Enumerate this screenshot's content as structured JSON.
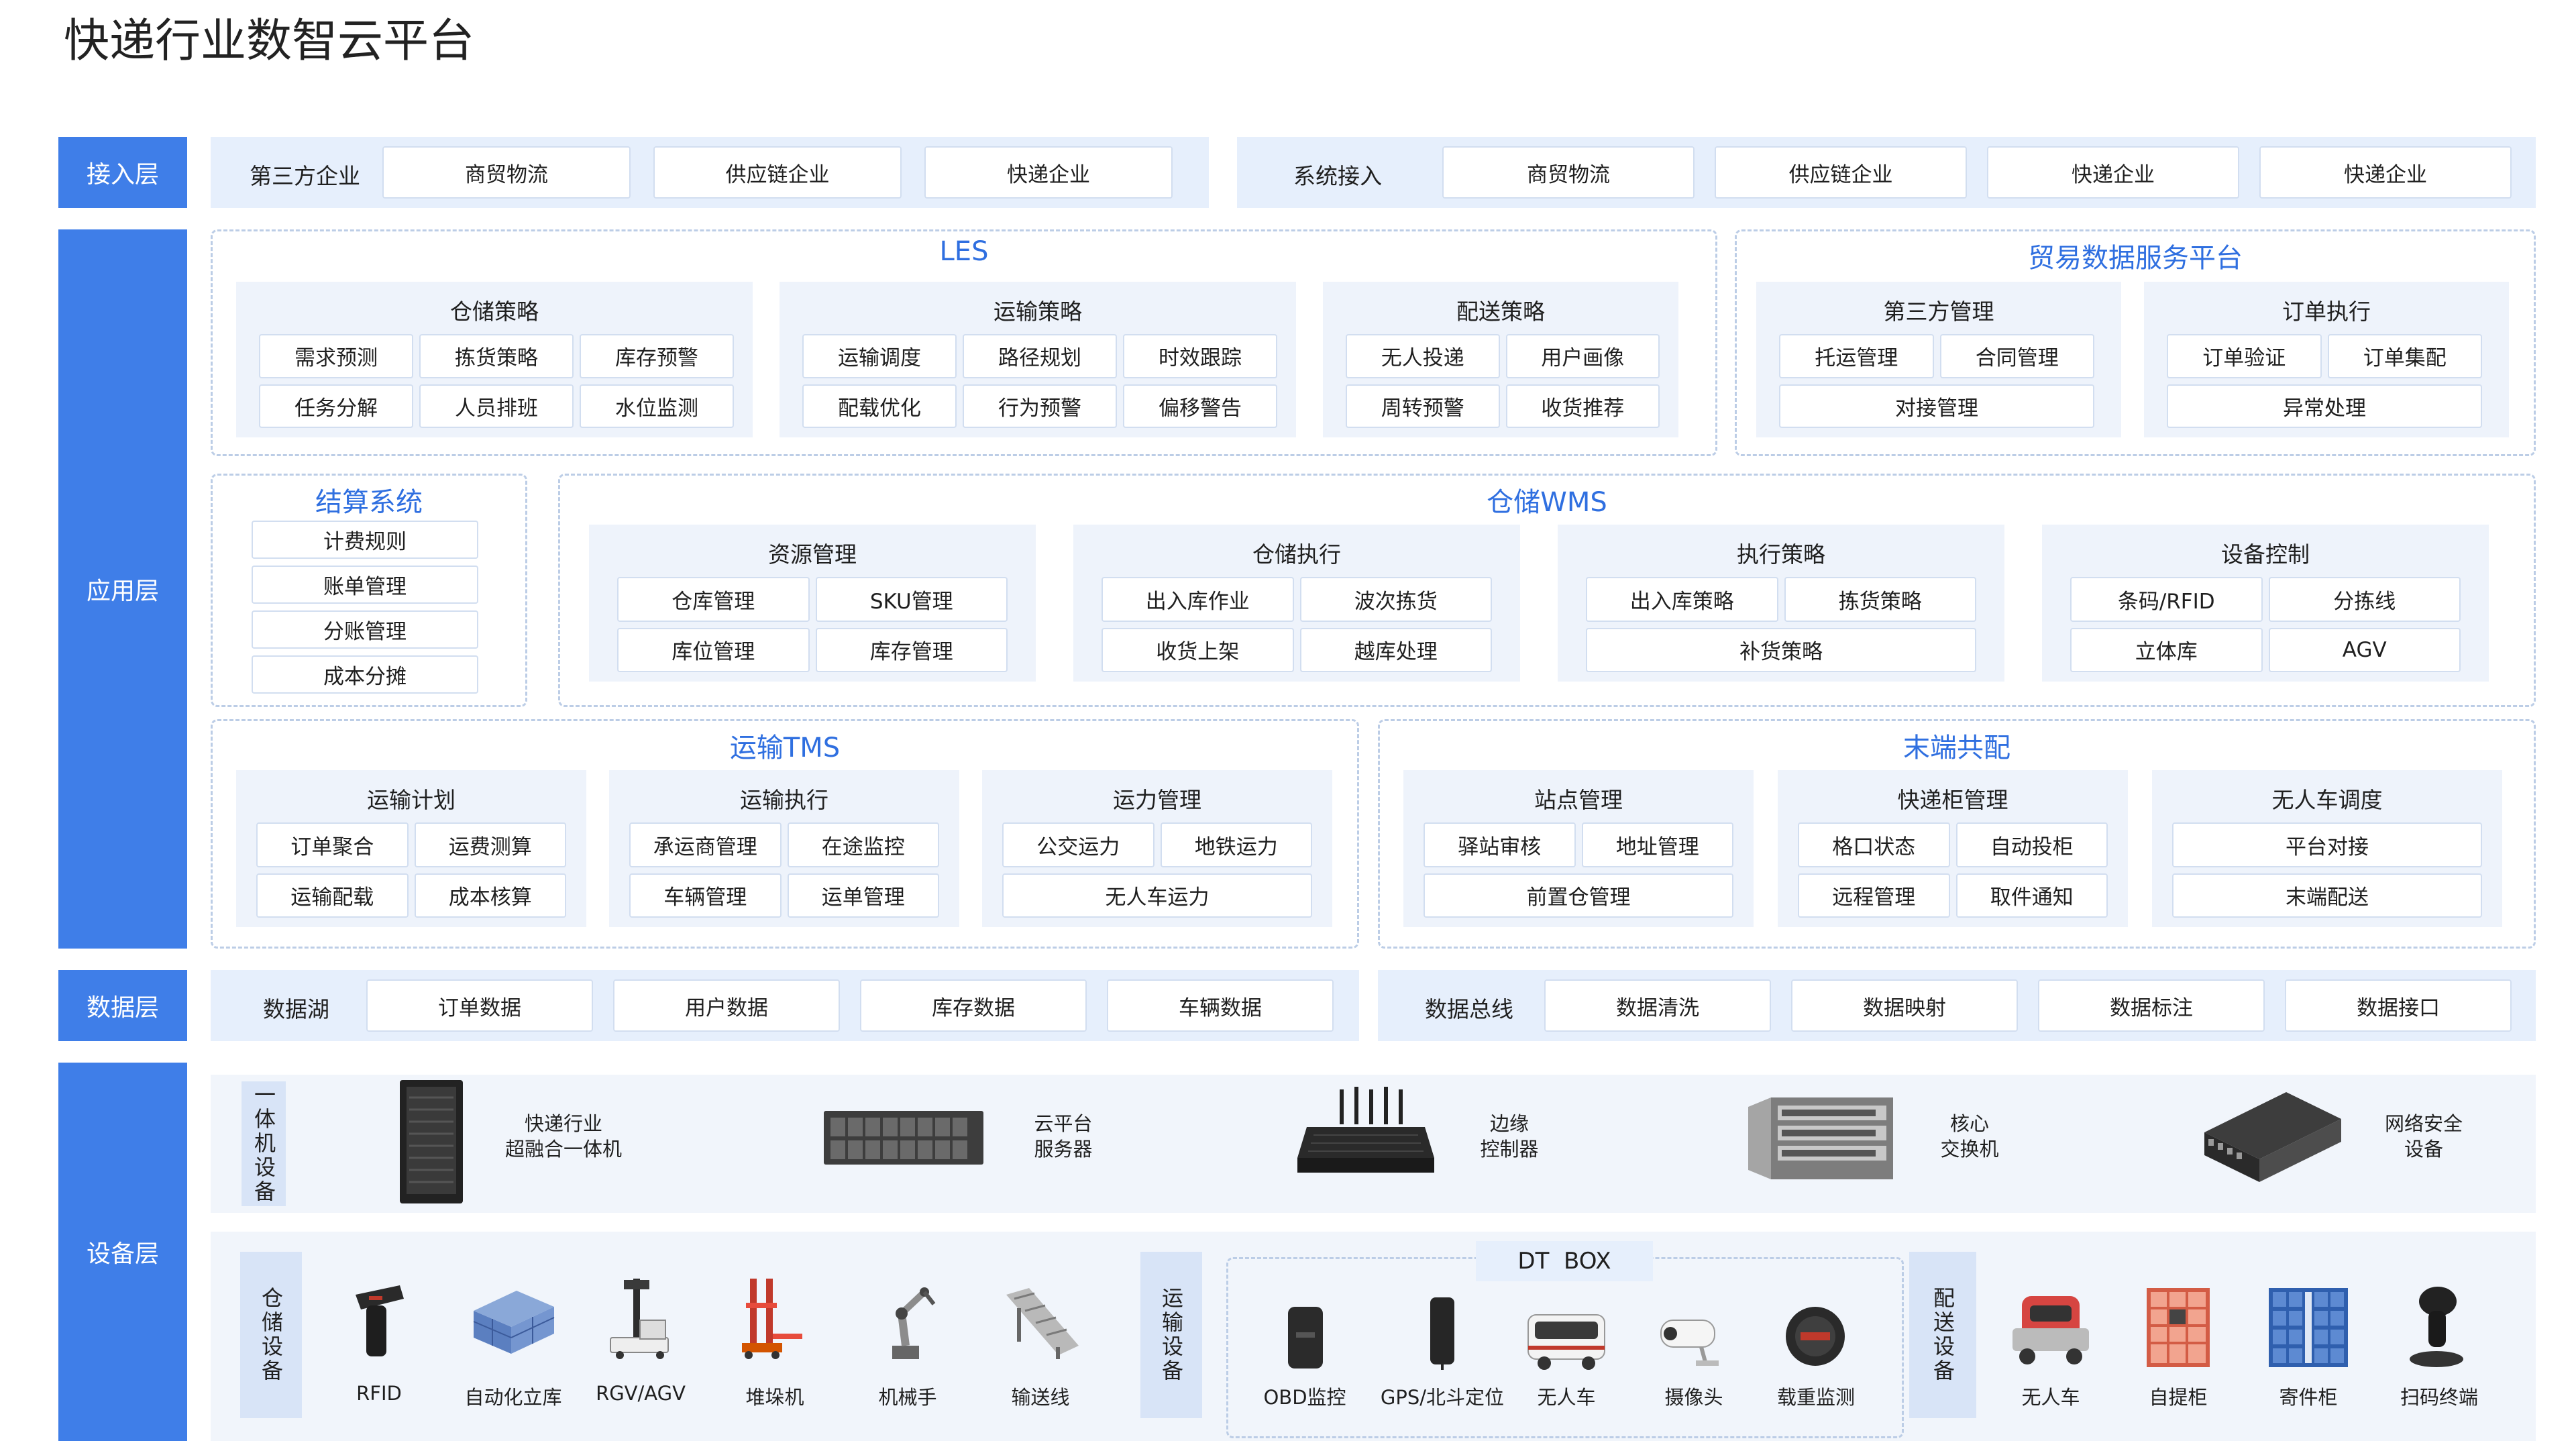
{
  "title": "快递行业数智云平台",
  "layers": {
    "access": "接入层",
    "app": "应用层",
    "data": "数据层",
    "device": "设备层"
  },
  "access": {
    "left": {
      "label": "第三方企业",
      "items": [
        "商贸物流",
        "供应链企业",
        "快递企业"
      ]
    },
    "right": {
      "label": "系统接入",
      "items": [
        "商贸物流",
        "供应链企业",
        "快递企业",
        "快递企业"
      ]
    }
  },
  "les": {
    "title": "LES",
    "modules": [
      {
        "title": "仓储策略",
        "items": [
          "需求预测",
          "拣货策略",
          "库存预警",
          "任务分解",
          "人员排班",
          "水位监测"
        ]
      },
      {
        "title": "运输策略",
        "items": [
          "运输调度",
          "路径规划",
          "时效跟踪",
          "配载优化",
          "行为预警",
          "偏移警告"
        ]
      },
      {
        "title": "配送策略",
        "items": [
          "无人投递",
          "用户画像",
          "周转预警",
          "收货推荐"
        ]
      }
    ]
  },
  "trade": {
    "title": "贸易数据服务平台",
    "modules": [
      {
        "title": "第三方管理",
        "items": [
          "托运管理",
          "合同管理",
          "对接管理"
        ]
      },
      {
        "title": "订单执行",
        "items": [
          "订单验证",
          "订单集配",
          "异常处理"
        ]
      }
    ]
  },
  "settle": {
    "title": "结算系统",
    "items": [
      "计费规则",
      "账单管理",
      "分账管理",
      "成本分摊"
    ]
  },
  "wms": {
    "title": "仓储WMS",
    "modules": [
      {
        "title": "资源管理",
        "items": [
          "仓库管理",
          "SKU管理",
          "库位管理",
          "库存管理"
        ]
      },
      {
        "title": "仓储执行",
        "items": [
          "出入库作业",
          "波次拣货",
          "收货上架",
          "越库处理"
        ]
      },
      {
        "title": "执行策略",
        "items": [
          "出入库策略",
          "拣货策略",
          "补货策略"
        ]
      },
      {
        "title": "设备控制",
        "items": [
          "条码/RFID",
          "分拣线",
          "立体库",
          "AGV"
        ]
      }
    ]
  },
  "tms": {
    "title": "运输TMS",
    "modules": [
      {
        "title": "运输计划",
        "items": [
          "订单聚合",
          "运费测算",
          "运输配载",
          "成本核算"
        ]
      },
      {
        "title": "运输执行",
        "items": [
          "承运商管理",
          "在途监控",
          "车辆管理",
          "运单管理"
        ]
      },
      {
        "title": "运力管理",
        "items": [
          "公交运力",
          "地铁运力",
          "无人车运力"
        ]
      }
    ]
  },
  "last": {
    "title": "末端共配",
    "modules": [
      {
        "title": "站点管理",
        "items": [
          "驿站审核",
          "地址管理",
          "前置仓管理"
        ]
      },
      {
        "title": "快递柜管理",
        "items": [
          "格口状态",
          "自动投柜",
          "远程管理",
          "取件通知"
        ]
      },
      {
        "title": "无人车调度",
        "items": [
          "平台对接",
          "末端配送"
        ]
      }
    ]
  },
  "datalayer": {
    "left": {
      "label": "数据湖",
      "items": [
        "订单数据",
        "用户数据",
        "库存数据",
        "车辆数据"
      ]
    },
    "right": {
      "label": "数据总线",
      "items": [
        "数据清洗",
        "数据映射",
        "数据标注",
        "数据接口"
      ]
    }
  },
  "devices": {
    "aio": {
      "label": "一体机设备",
      "items": [
        {
          "name": "快递行业\n超融合一体机",
          "icon": "server-rack-icon"
        },
        {
          "name": "云平台\n服务器",
          "icon": "rack-server-icon"
        },
        {
          "name": "边缘\n控制器",
          "icon": "edge-controller-icon"
        },
        {
          "name": "核心\n交换机",
          "icon": "core-switch-icon"
        },
        {
          "name": "网络安全\n设备",
          "icon": "security-device-icon"
        }
      ]
    },
    "storage": {
      "label": "仓储设备",
      "items": [
        "RFID",
        "自动化立库",
        "RGV/AGV",
        "堆垛机",
        "机械手",
        "输送线"
      ]
    },
    "transport": {
      "label": "运输设备"
    },
    "dtbox": {
      "title": "DT  BOX",
      "items": [
        "OBD监控",
        "GPS/北斗定位",
        "无人车",
        "摄像头",
        "载重监测"
      ]
    },
    "delivery": {
      "label": "配送设备",
      "items": [
        "无人车",
        "自提柜",
        "寄件柜",
        "扫码终端"
      ]
    }
  },
  "colors": {
    "layer": "#3f7ee8",
    "title_blue": "#2f6fe0",
    "light_bg": "#e6effc",
    "module_bg": "#eef3fb"
  }
}
